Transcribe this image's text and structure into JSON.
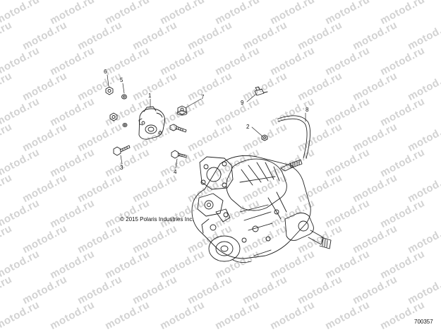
{
  "watermark": {
    "text": "motod.ru"
  },
  "diagram": {
    "copyright": "© 2015 Polaris Industries Inc.",
    "doc_number": "700357",
    "callouts": [
      "1",
      "2",
      "3",
      "4",
      "5",
      "6",
      "7",
      "8",
      "9"
    ]
  }
}
